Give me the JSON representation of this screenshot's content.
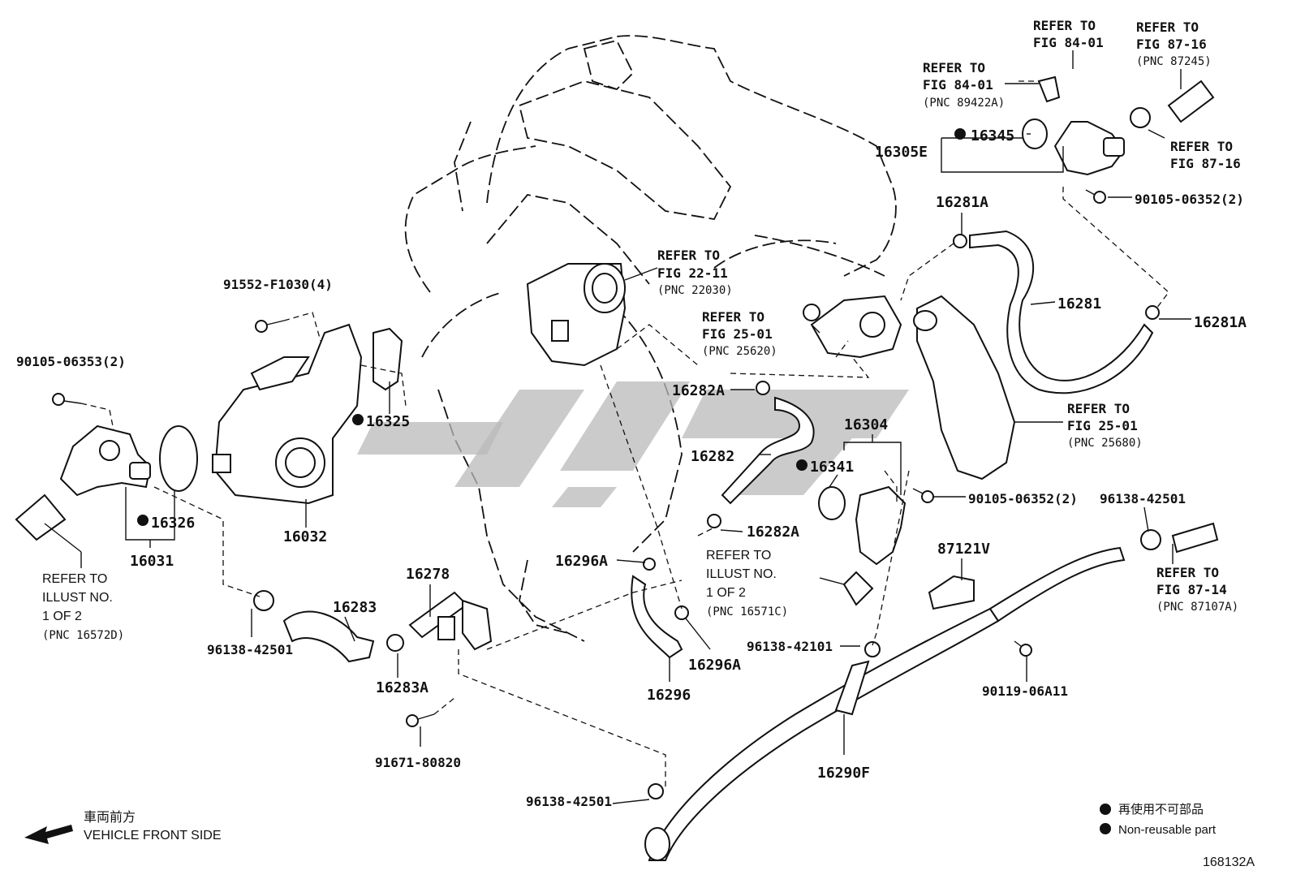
{
  "diagram_id": "168132A",
  "legend": {
    "jp_label": "再使用不可部品",
    "en_label": "Non-reusable part"
  },
  "front_note": {
    "jp": "車両前方",
    "en": "VEHICLE FRONT SIDE"
  },
  "parts": {
    "p16031": "16031",
    "p16032": "16032",
    "p16326": "16326",
    "p16325": "16325",
    "p91552": "91552-F1030(4)",
    "p90105_63532": "90105-06353(2)",
    "p16283": "16283",
    "p16283A": "16283A",
    "p96138_a": "96138-42501",
    "p16278": "16278",
    "p91671": "91671-80820",
    "p96138_b": "96138-42501",
    "p16296A_top": "16296A",
    "p16296A_bot": "16296A",
    "p16296": "16296",
    "p16282A_top": "16282A",
    "p16282A_bot": "16282A",
    "p16282": "16282",
    "p16304": "16304",
    "p16341": "16341",
    "p90105_b": "90105-06352(2)",
    "p96138_c": "96138-42101",
    "p16290F": "16290F",
    "p87121V": "87121V",
    "p90119": "90119-06A11",
    "p96138_d": "96138-42501",
    "p16281A_top": "16281A",
    "p16281A_right": "16281A",
    "p16281": "16281",
    "p16305E": "16305E",
    "p16345": "16345",
    "p90105_c": "90105-06352(2)"
  },
  "refs": {
    "r1": {
      "l1": "REFER TO",
      "l2": "FIG 22-11",
      "l3": "(PNC 22030)"
    },
    "r2": {
      "l1": "REFER TO",
      "l2": "FIG 25-01",
      "l3": "(PNC 25620)"
    },
    "r3": {
      "l1": "REFER TO",
      "l2": "FIG 25-01",
      "l3": "(PNC 25680)"
    },
    "r4": {
      "l1": "REFER TO",
      "l2": "FIG 84-01",
      "l3": "(PNC 89422A)"
    },
    "r5": {
      "l1": "REFER TO",
      "l2": "FIG 84-01"
    },
    "r6": {
      "l1": "REFER TO",
      "l2": "FIG 87-16",
      "l3": "(PNC 87245)"
    },
    "r7": {
      "l1": "REFER TO",
      "l2": "FIG 87-16"
    },
    "r8": {
      "l1": "REFER TO",
      "l2": "FIG 87-14",
      "l3": "(PNC 87107A)"
    },
    "r9": {
      "l1": "REFER TO",
      "l2": "ILLUST NO.",
      "l3": "1 OF 2",
      "l4": "(PNC 16572D)"
    },
    "r10": {
      "l1": "REFER TO",
      "l2": "ILLUST NO.",
      "l3": "1 OF 2",
      "l4": "(PNC 16571C)"
    }
  }
}
